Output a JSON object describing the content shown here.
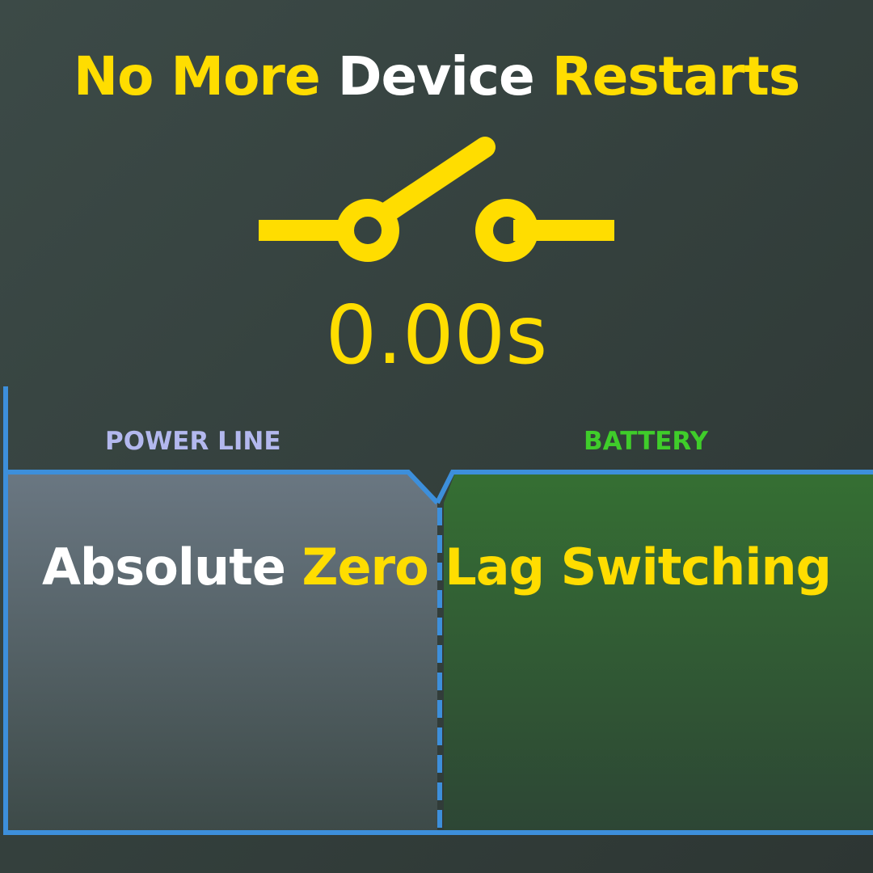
{
  "headline": {
    "part1": "No More",
    "part2": "Device",
    "part3": "Restarts"
  },
  "icon": "open-switch-icon",
  "timer": "0.00s",
  "graph": {
    "left_label": "POWER LINE",
    "right_label": "BATTERY"
  },
  "tagline": {
    "part1": "Absolute",
    "part2": "Zero",
    "part3": "Lag Switching"
  },
  "colors": {
    "accent": "#ffdd00",
    "line": "#3d8fdb",
    "power_label": "#b3b8ee",
    "battery_label": "#3fcd2a",
    "battery_fill": "#2f6a2e",
    "power_fill": "#5e6b75"
  }
}
